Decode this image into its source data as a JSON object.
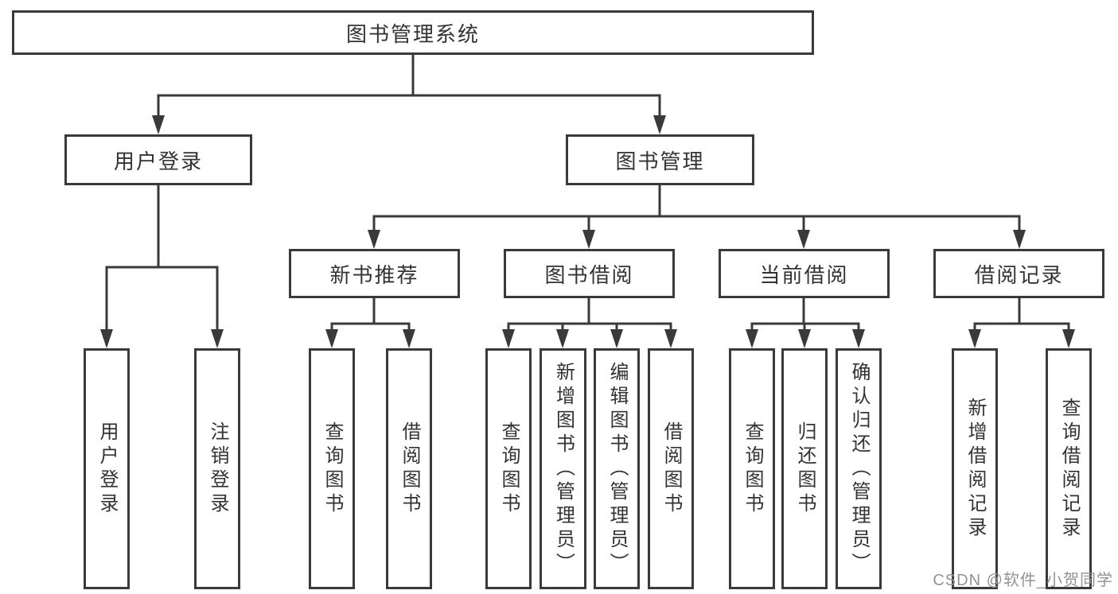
{
  "nodes": {
    "root": "图书管理系统",
    "level2": [
      "用户登录",
      "图书管理"
    ],
    "level3": [
      "新书推荐",
      "图书借阅",
      "当前借阅",
      "借阅记录"
    ],
    "login_children": [
      "用户登录",
      "注销登录"
    ],
    "recommend_children": [
      "查询图书",
      "借阅图书"
    ],
    "borrow_children": [
      "查询图书",
      "新增图书（管理员）",
      "编辑图书（管理员）",
      "借阅图书"
    ],
    "current_children": [
      "查询图书",
      "归还图书",
      "确认归还（管理员）"
    ],
    "records_children": [
      "新增借阅记录",
      "查询借阅记录"
    ]
  },
  "watermark": "CSDN @软件_小贺同学",
  "colors": {
    "line": "#3a3a3a",
    "text": "#333333",
    "background": "#ffffff",
    "watermark": "#939393"
  }
}
